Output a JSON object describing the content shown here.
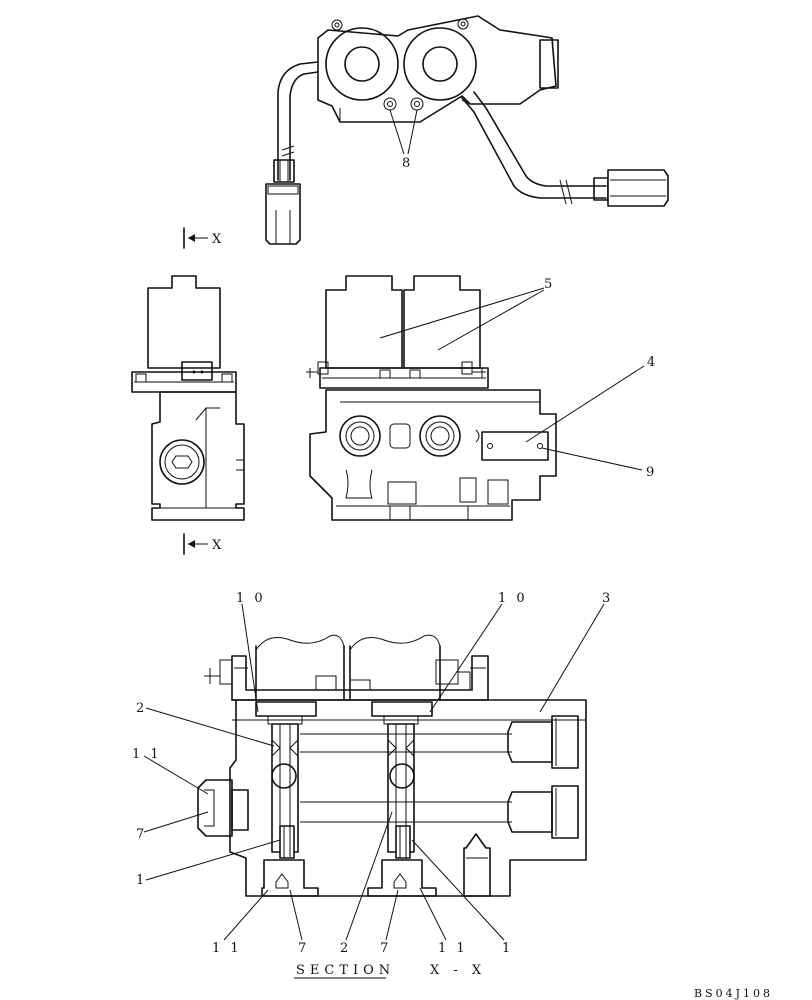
{
  "callouts": {
    "c8": "8",
    "c5": "5",
    "c4": "4",
    "c9": "9",
    "c10a": "1 0",
    "c10b": "1 0",
    "c3": "3",
    "c2a": "2",
    "c11a": "1 1",
    "c7a": "7",
    "c1a": "1",
    "c11b": "1 1",
    "c7b": "7",
    "c2b": "2",
    "c7c": "7",
    "c11c": "1 1",
    "c1b": "1"
  },
  "view_markers": {
    "top": "X",
    "bottom": "X"
  },
  "section": {
    "word": "SECTION",
    "label": "X - X"
  },
  "drawing_code": "BS04J108"
}
